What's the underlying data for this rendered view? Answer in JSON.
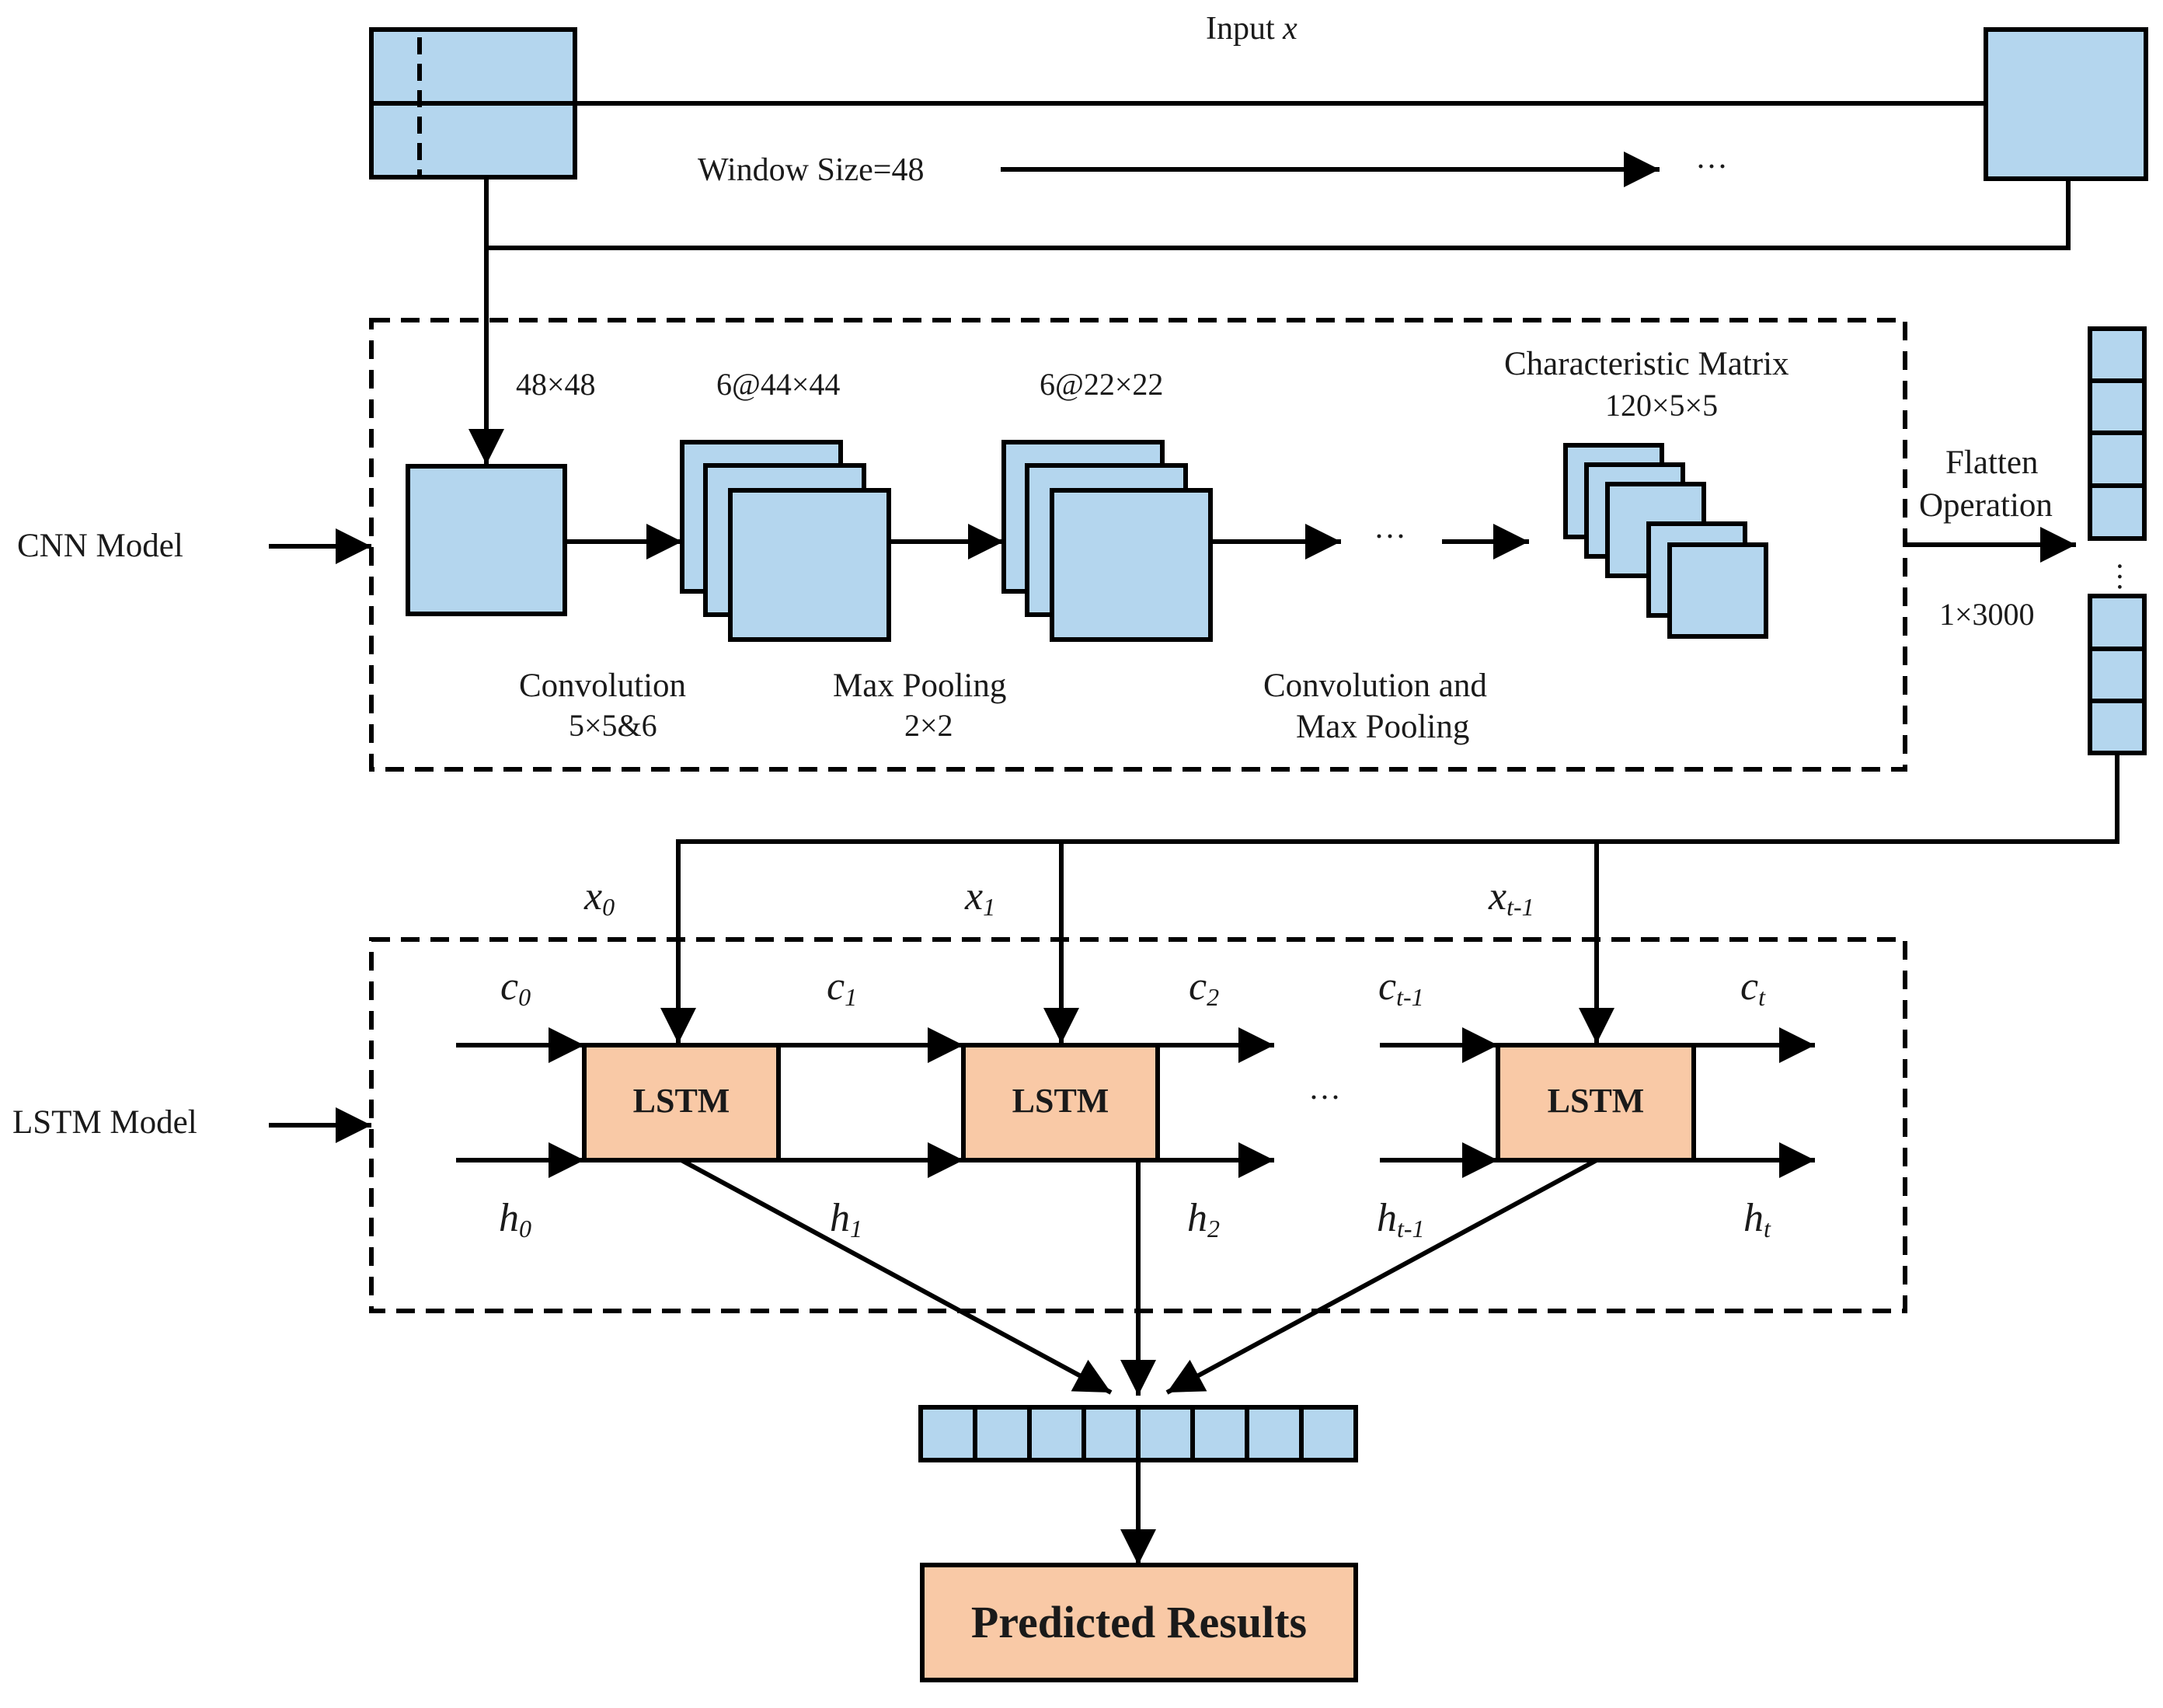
{
  "input": {
    "label": "Input",
    "var": "x",
    "window_size": "Window Size=48",
    "ellipsis": "···"
  },
  "cnn": {
    "model_label": "CNN Model",
    "dims": [
      "48×48",
      "6@44×44",
      "6@22×22"
    ],
    "char_matrix": "Characteristic Matrix",
    "char_dims": "120×5×5",
    "conv": "Convolution",
    "conv_params": "5×5&6",
    "pool": "Max Pooling",
    "pool_params": "2×2",
    "conv_pool_1": "Convolution and",
    "conv_pool_2": "Max Pooling",
    "ellipsis": "···"
  },
  "flatten": {
    "line1": "Flatten",
    "line2": "Operation",
    "dims": "1×3000"
  },
  "lstm": {
    "model_label": "LSTM Model",
    "cell": "LSTM",
    "ellipsis": "···",
    "x_labels": [
      {
        "base": "x",
        "sub": "0"
      },
      {
        "base": "x",
        "sub": "1"
      },
      {
        "base": "x",
        "sub": "t-1"
      }
    ],
    "c_labels": [
      {
        "base": "c",
        "sub": "0"
      },
      {
        "base": "c",
        "sub": "1"
      },
      {
        "base": "c",
        "sub": "2"
      },
      {
        "base": "c",
        "sub": "t-1"
      },
      {
        "base": "c",
        "sub": "t"
      }
    ],
    "h_labels": [
      {
        "base": "h",
        "sub": "0"
      },
      {
        "base": "h",
        "sub": "1"
      },
      {
        "base": "h",
        "sub": "2"
      },
      {
        "base": "h",
        "sub": "t-1"
      },
      {
        "base": "h",
        "sub": "t"
      }
    ]
  },
  "output": {
    "label": "Predicted Results"
  },
  "colors": {
    "blue": "#b4d6ee",
    "orange": "#f9c9a6",
    "line": "#000000"
  }
}
